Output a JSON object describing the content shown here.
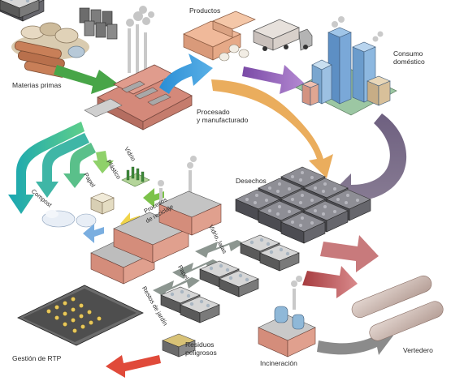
{
  "labels": {
    "materias_primas": "Materias primas",
    "productos": "Productos",
    "consumo_line1": "Consumo",
    "consumo_line2": "doméstico",
    "procesado_line1": "Procesado",
    "procesado_line2": "y manufacturado",
    "desechos": "Desechos",
    "vidrio_top": "Vidrio",
    "plastico": "Plástico",
    "papel_top": "Papel",
    "compost": "Compost",
    "procesos_line1": "Procesos",
    "procesos_line2": "de reciclaje",
    "vidrio_latas": "Vidrio, latas",
    "papel_bottom": "Papel",
    "restos_jardin": "Restos de jardín",
    "residuos_line1": "Residuos",
    "residuos_line2": "peligrosos",
    "gestion_rtp": "Gestión de RTP",
    "incineracion": "Incineración",
    "vertedero": "Vertedero"
  },
  "colors": {
    "arrow_raw": "#3f9a3e",
    "arrow_products": "#2f8fd0",
    "arrow_consumer": "#8a5ab0",
    "arrow_waste_orange": "#e8a84a",
    "arrow_waste_gray": "#6b5f78",
    "arrow_recycle_teal": "#2aa7a0",
    "arrow_recycle_green": "#6cc24a",
    "arrow_recycle_yellow": "#f0d44a",
    "arrow_recycle_blue": "#6aa0d8",
    "arrow_incineration": "#b5474a",
    "arrow_hazardous": "#e04a3a",
    "building_brick": "#d98f7a",
    "roof": "#9a9a9a"
  }
}
